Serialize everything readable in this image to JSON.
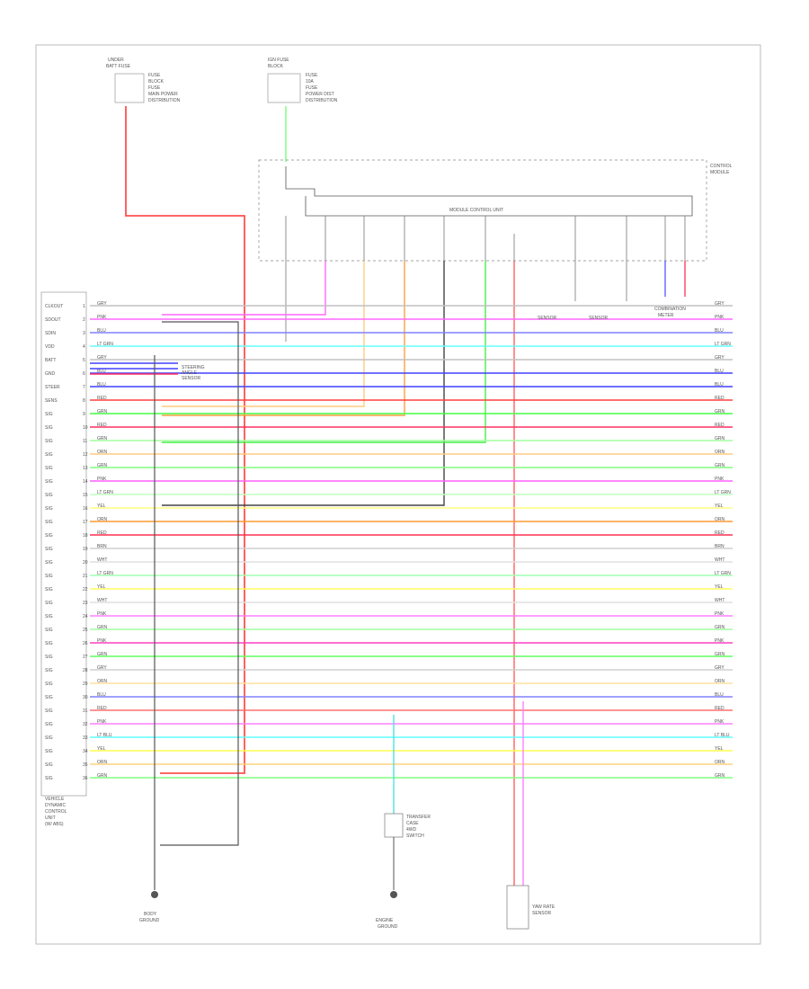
{
  "diagram": {
    "left_connector": {
      "pins": [
        {
          "label": "CLKOUT",
          "num": "1",
          "color": "GRY",
          "wire": "#c0c0c0"
        },
        {
          "label": "SDOUT",
          "num": "2",
          "color": "PNK",
          "wire": "#ff66ff"
        },
        {
          "label": "SDIN",
          "num": "3",
          "color": "BLU",
          "wire": "#8080ff"
        },
        {
          "label": "VDD",
          "num": "4",
          "color": "LT GRN",
          "wire": "#66ffff"
        },
        {
          "label": "BATT",
          "num": "5",
          "color": "GRY",
          "wire": "#c0c0c0"
        },
        {
          "label": "GND",
          "num": "6",
          "color": "BLU",
          "wire": "#4040ff"
        },
        {
          "label": "STEER",
          "num": "7",
          "color": "BLU",
          "wire": "#4040ff"
        },
        {
          "label": "SENS",
          "num": "8",
          "color": "RED",
          "wire": "#ff4040"
        },
        {
          "label": "SIG",
          "num": "9",
          "color": "GRN",
          "wire": "#44ff44"
        },
        {
          "label": "SIG",
          "num": "10",
          "color": "RED",
          "wire": "#ff3060"
        },
        {
          "label": "SIG",
          "num": "11",
          "color": "GRN",
          "wire": "#a0ffa0"
        },
        {
          "label": "SIG",
          "num": "12",
          "color": "ORN",
          "wire": "#ffcc80"
        },
        {
          "label": "SIG",
          "num": "13",
          "color": "GRN",
          "wire": "#80ff80"
        },
        {
          "label": "SIG",
          "num": "14",
          "color": "PNK",
          "wire": "#ff60ff"
        },
        {
          "label": "SIG",
          "num": "15",
          "color": "LT GRN",
          "wire": "#c0ffc0"
        },
        {
          "label": "SIG",
          "num": "16",
          "color": "YEL",
          "wire": "#ffff80"
        },
        {
          "label": "SIG",
          "num": "17",
          "color": "ORN",
          "wire": "#ff9a30"
        },
        {
          "label": "SIG",
          "num": "18",
          "color": "RED",
          "wire": "#ff3050"
        },
        {
          "label": "SIG",
          "num": "19",
          "color": "BRN",
          "wire": "#d0d0d0"
        },
        {
          "label": "SIG",
          "num": "20",
          "color": "WHT",
          "wire": "#e0e0e0"
        },
        {
          "label": "SIG",
          "num": "21",
          "color": "LT GRN",
          "wire": "#a0ffb0"
        },
        {
          "label": "SIG",
          "num": "22",
          "color": "YEL",
          "wire": "#ffff60"
        },
        {
          "label": "SIG",
          "num": "23",
          "color": "WHT",
          "wire": "#e0e0e0"
        },
        {
          "label": "SIG",
          "num": "24",
          "color": "PNK",
          "wire": "#ff80ff"
        },
        {
          "label": "SIG",
          "num": "25",
          "color": "GRN",
          "wire": "#a0ffa0"
        },
        {
          "label": "SIG",
          "num": "26",
          "color": "PNK",
          "wire": "#ff40c0"
        },
        {
          "label": "SIG",
          "num": "27",
          "color": "GRN",
          "wire": "#60ff60"
        },
        {
          "label": "SIG",
          "num": "28",
          "color": "GRY",
          "wire": "#d0d0d0"
        },
        {
          "label": "SIG",
          "num": "29",
          "color": "ORN",
          "wire": "#ffe0a0"
        },
        {
          "label": "SIG",
          "num": "30",
          "color": "BLU",
          "wire": "#8080ff"
        },
        {
          "label": "SIG",
          "num": "31",
          "color": "RED",
          "wire": "#ff7070"
        },
        {
          "label": "SIG",
          "num": "32",
          "color": "PNK",
          "wire": "#ff80ff"
        },
        {
          "label": "SIG",
          "num": "33",
          "color": "LT BLU",
          "wire": "#60ffff"
        },
        {
          "label": "SIG",
          "num": "34",
          "color": "YEL",
          "wire": "#ffff50"
        },
        {
          "label": "SIG",
          "num": "35",
          "color": "ORN",
          "wire": "#ffd080"
        },
        {
          "label": "SIG",
          "num": "36",
          "color": "GRN",
          "wire": "#80ff80"
        }
      ]
    }
  }
}
